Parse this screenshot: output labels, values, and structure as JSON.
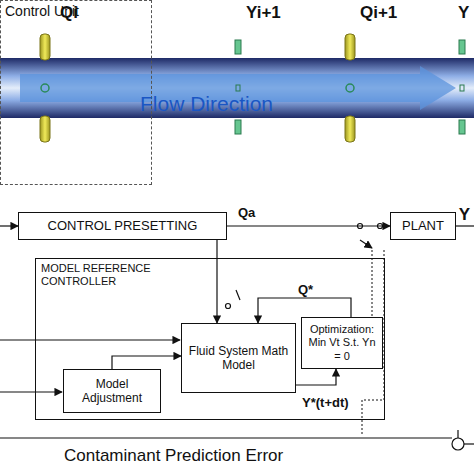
{
  "diagram": {
    "nodes": [
      {
        "text": [
          "Control Unit"
        ]
      },
      {
        "text": [
          "CONTROL PRESETTING"
        ]
      },
      {
        "text": [
          "PLANT"
        ]
      },
      {
        "text": [
          "MODEL REFERENCE CONTROLLER"
        ]
      },
      {
        "text": [
          "Fluid System Math Model"
        ],
        "in": 3
      },
      {
        "text": [
          "Model Adjustment"
        ],
        "in": 3
      },
      {
        "text": [
          "Optimization: Min Vt S.t. Yn = 0"
        ],
        "in": 3
      }
    ],
    "edges": [
      {
        "from": 1,
        "to": 2,
        "arrow": "to",
        "label": "Qa"
      },
      {
        "from": 1,
        "to": 4,
        "arrow": "to"
      },
      {
        "from": 6,
        "to": 4,
        "arrow": "to",
        "label": "Q*"
      },
      {
        "from": 4,
        "to": 6,
        "arrow": "to",
        "label": "Y*(t+dt)"
      },
      {
        "from": 5,
        "to": 4,
        "arrow": "to"
      }
    ],
    "labels": [
      "Qi",
      "Yi+1",
      "Qi+1",
      "Y",
      "Flow Direction",
      "Y",
      "Contaminant Prediction Error"
    ]
  }
}
